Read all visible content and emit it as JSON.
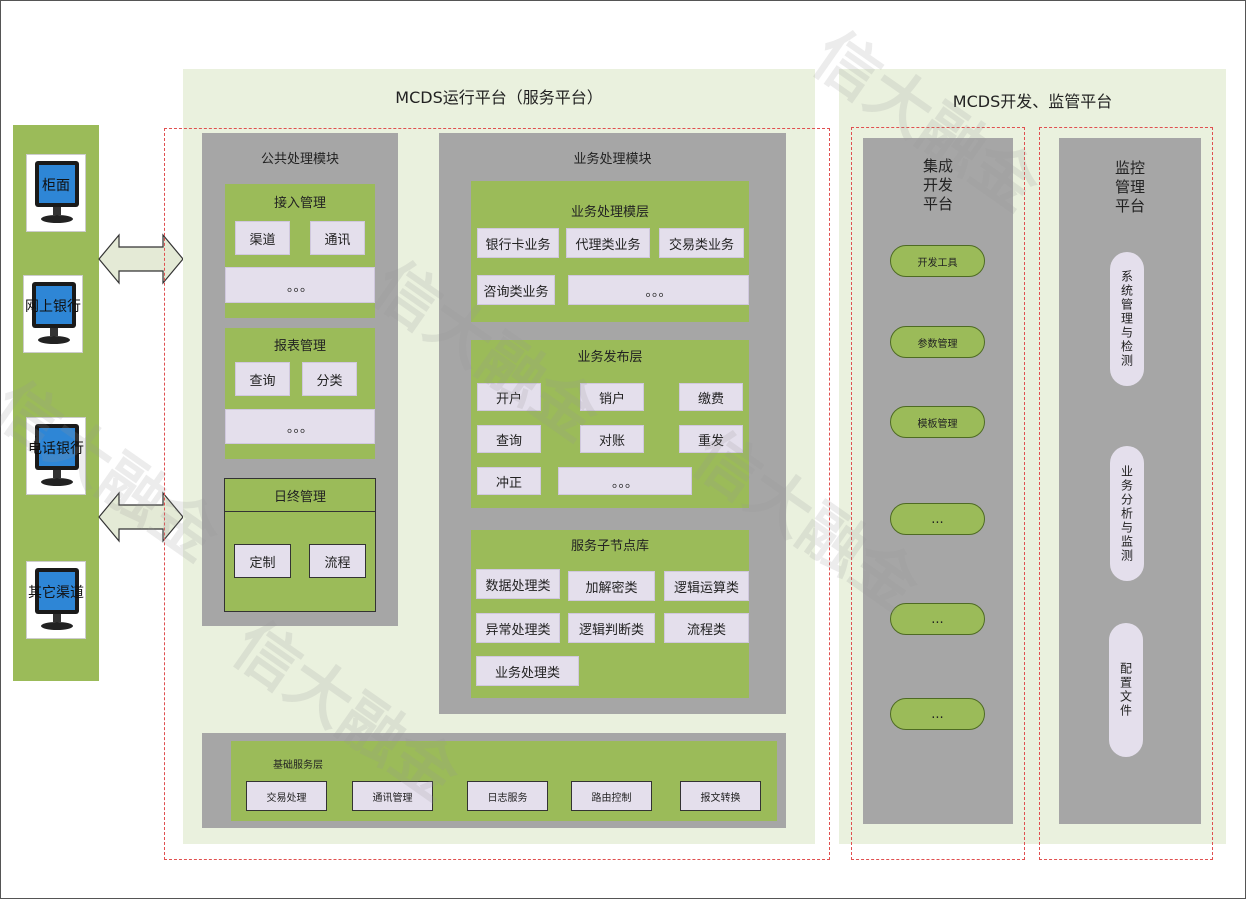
{
  "platforms": {
    "runtime_title": "MCDS运行平台（服务平台）",
    "dev_title": "MCDS开发、监管平台"
  },
  "channels": [
    "柜面",
    "网上银行",
    "电话银行",
    "其它渠道"
  ],
  "public_module": {
    "title": "公共处理模块",
    "access": {
      "title": "接入管理",
      "items": [
        "渠道",
        "通讯"
      ],
      "more": "。。。"
    },
    "report": {
      "title": "报表管理",
      "items": [
        "查询",
        "分类"
      ],
      "more": "。。。"
    },
    "eod": {
      "title": "日终管理",
      "items": [
        "定制",
        "流程"
      ]
    }
  },
  "business_module": {
    "title": "业务处理模块",
    "layer": {
      "title": "业务处理模层",
      "row1": [
        "银行卡业务",
        "代理类业务",
        "交易类业务"
      ],
      "row2": "咨询类业务",
      "more": "。。。"
    },
    "publish": {
      "title": "业务发布层",
      "row1": [
        "开户",
        "销户",
        "缴费"
      ],
      "row2": [
        "查询",
        "对账",
        "重发"
      ],
      "row3": "冲正",
      "more": "。。。"
    },
    "nodes": {
      "title": "服务子节点库",
      "row1": [
        "数据处理类",
        "加解密类",
        "逻辑运算类"
      ],
      "row2": [
        "异常处理类",
        "逻辑判断类",
        "流程类"
      ],
      "row3": "业务处理类"
    }
  },
  "base_layer": {
    "title": "基础服务层",
    "items": [
      "交易处理",
      "通讯管理",
      "日志服务",
      "路由控制",
      "报文转换"
    ]
  },
  "integration": {
    "title": "集成\n开发\n平台",
    "items": [
      "开发工具",
      "参数管理",
      "模板管理",
      "...",
      "...",
      "..."
    ]
  },
  "monitor": {
    "title": "监控\n管理\n平台",
    "items": [
      "系统管理与检测",
      "业务分析与监测",
      "配置文件"
    ]
  },
  "watermark": "信大融金",
  "colors": {
    "pale": "#eaf1de",
    "gray": "#a6a6a6",
    "green": "#9bbb59",
    "lavender": "#e4dfec",
    "dash": "#e05050"
  }
}
